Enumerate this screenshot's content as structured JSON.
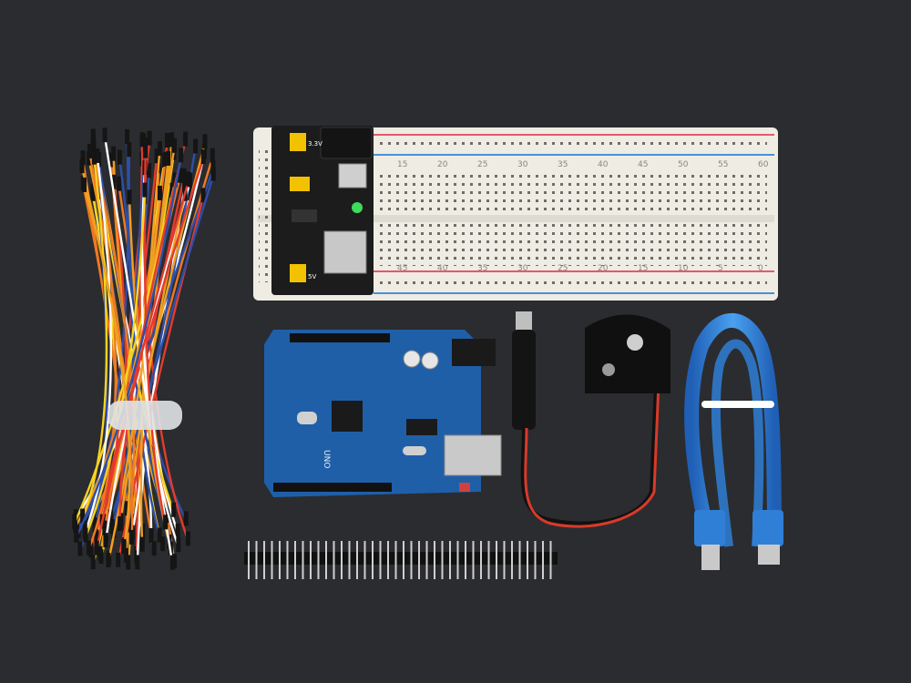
{
  "scene": {
    "background": "#2b2c2f",
    "objects": [
      "jumper-wires-bundle",
      "breadboard-830",
      "breadboard-power-module",
      "uno-board",
      "dc-barrel-plug",
      "9v-battery-clip",
      "usb-cable",
      "male-pin-header-strip"
    ]
  },
  "breadboard": {
    "top_numbers": [
      "15",
      "20",
      "25",
      "30",
      "35",
      "40",
      "45",
      "50",
      "55",
      "60"
    ],
    "bottom_numbers": [
      "45",
      "40",
      "35",
      "30",
      "25",
      "20",
      "15",
      "10",
      "5",
      "0"
    ],
    "colors": {
      "body": "#efece4",
      "red_rail": "#e35a6a",
      "blue_rail": "#4a90d9"
    }
  },
  "power_module": {
    "label_top": "3.3V",
    "label_bottom": "5V",
    "board_color": "#1c1c1c",
    "jumper_color": "#f2c200"
  },
  "uno": {
    "silk_label": "UNO",
    "board_color": "#1f5fa8"
  },
  "usb_cable": {
    "color": "#2f7fd6"
  },
  "wire_colors": [
    "#f0a020",
    "#f7d420",
    "#e33b2e",
    "#2e4fa8",
    "#ffffff",
    "#f07a20"
  ]
}
